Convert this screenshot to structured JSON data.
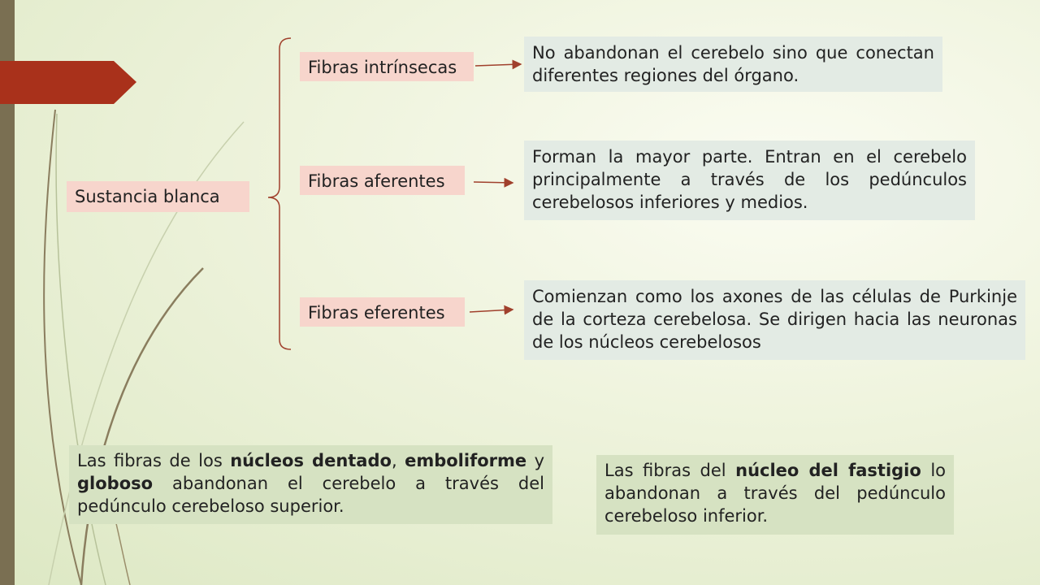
{
  "root": {
    "label": "Sustancia blanca"
  },
  "branches": [
    {
      "label": "Fibras intrínsecas",
      "description": "No abandonan el cerebelo sino que conectan diferentes regiones del órgano."
    },
    {
      "label": "Fibras aferentes",
      "description": "Forman la mayor parte. Entran en el cerebelo principalmente a través de los pedúnculos cerebelosos inferiores y medios."
    },
    {
      "label": "Fibras eferentes",
      "description": "Comienzan como los axones de las células de Purkinje de la corteza cerebelosa. Se dirigen hacia las neuronas de los núcleos cerebelosos"
    }
  ],
  "notes": {
    "left": {
      "p1": "Las fibras de los ",
      "b1": "núcleos dentado",
      "p2": ", ",
      "b2": "emboliforme",
      "p3": " y ",
      "b3": "globoso",
      "p4": " abandonan el cerebelo a través del pedúnculo cerebeloso superior."
    },
    "right": {
      "p1": "Las fibras del ",
      "b1": "núcleo del fastigio",
      "p2": " lo abandonan a través del pedúnculo cerebeloso inferior."
    }
  },
  "colors": {
    "accent": "#a9311b",
    "sidebar": "#7a6f52",
    "connector": "#a0402c"
  }
}
